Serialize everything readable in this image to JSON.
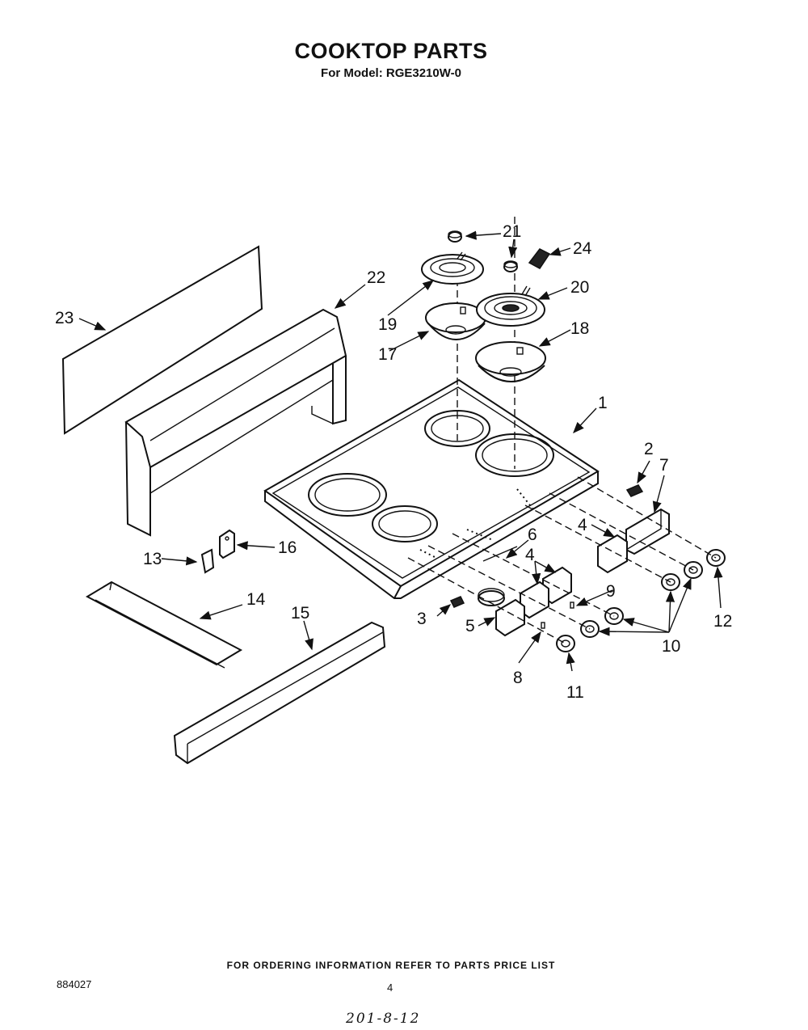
{
  "header": {
    "title": "COOKTOP PARTS",
    "subtitle": "For Model: RGE3210W-0"
  },
  "callouts": [
    "1",
    "2",
    "3",
    "4",
    "4",
    "5",
    "6",
    "7",
    "8",
    "9",
    "10",
    "11",
    "12",
    "13",
    "14",
    "15",
    "16",
    "17",
    "18",
    "19",
    "20",
    "21",
    "22",
    "23",
    "24"
  ],
  "footer": {
    "note": "FOR ORDERING INFORMATION REFER TO PARTS PRICE LIST",
    "doc_number": "884027",
    "page_number": "4",
    "handwritten": "201-8-12"
  }
}
